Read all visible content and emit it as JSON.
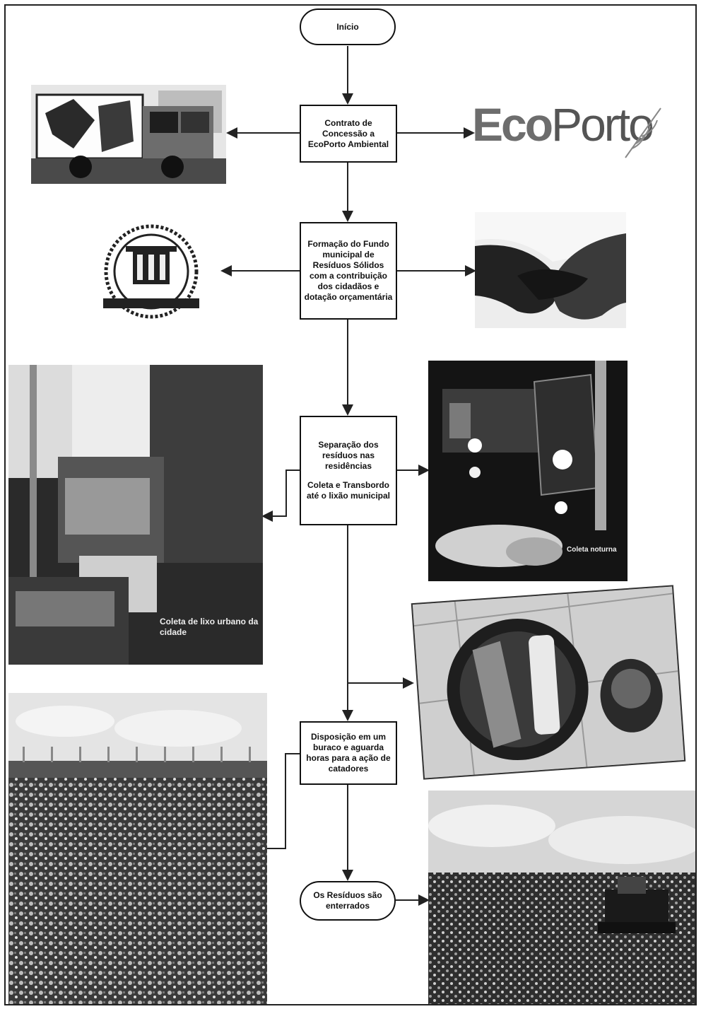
{
  "flowchart": {
    "start": "Início",
    "step1": "Contrato de Concessão a EcoPorto Ambiental",
    "step2": "Formação do Fundo municipal de Resíduos Sólidos com a contribuição dos cidadãos e dotação orçamentária",
    "step3_line1": "Separação dos resíduos nas residências",
    "step3_line2": "Coleta e Transbordo até o lixão municipal",
    "step4": "Disposição em um buraco e aguarda horas para a ação de catadores",
    "end": "Os Resíduos são enterrados"
  },
  "images": {
    "truck": "truck-photo",
    "ecoporto_logo": "EcoPorto",
    "municipal_seal": "municipal-seal",
    "hands": "hands-photo",
    "street_collection": "street-collection-photo",
    "street_caption": "Coleta de lixo urbano da cidade",
    "night_collection": "night-collection-photo",
    "night_caption": "Coleta noturna",
    "trash_bin": "trash-bin-photo",
    "landfill_left": "landfill-photo",
    "landfill_right": "landfill-bulldozer-photo"
  },
  "logo": {
    "part1": "Eco",
    "part2": "Porto"
  }
}
